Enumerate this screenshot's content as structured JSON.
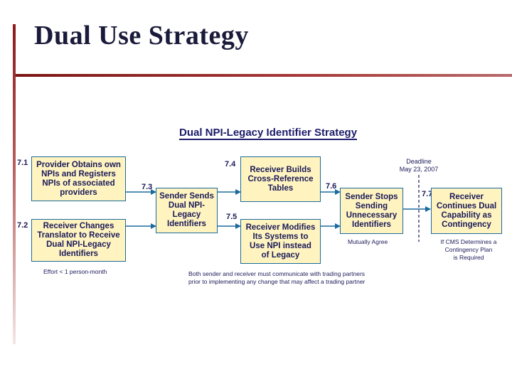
{
  "slide": {
    "title": "Dual Use Strategy"
  },
  "diagram": {
    "title": "Dual NPI-Legacy Identifier Strategy",
    "steps": {
      "s71": "7.1",
      "s72": "7.2",
      "s73": "7.3",
      "s74": "7.4",
      "s75": "7.5",
      "s76": "7.6",
      "s77": "7.7"
    },
    "boxes": {
      "provider_obtains": "Provider Obtains own\nNPIs and Registers\nNPIs of associated\nproviders",
      "receiver_changes": "Receiver Changes\nTranslator to Receive\nDual NPI-Legacy\nIdentifiers",
      "sender_sends": "Sender Sends\nDual NPI-\nLegacy\nIdentifiers",
      "receiver_builds": "Receiver Builds\nCross-Reference\nTables",
      "receiver_modifies": "Receiver Modifies\nIts Systems to\nUse NPI instead\nof Legacy",
      "sender_stops": "Sender Stops\nSending\nUnnecessary\nIdentifiers",
      "receiver_continues": "Receiver\nContinues Dual\nCapability as\nContingency"
    },
    "notes": {
      "deadline": "Deadline\nMay 23, 2007",
      "effort": "Effort < 1 person-month",
      "both_sender": "Both sender and receiver must communicate with trading partners\nprior to implementing any change that may affect a trading partner",
      "mutually_agree": "Mutually Agree",
      "if_cms": "If CMS Determines a\nContingency Plan\nis Required"
    },
    "colors": {
      "box_fill": "#fff4bf",
      "box_border": "#1b6a9e",
      "text": "#1a1a5a",
      "arrow": "#1b6a9e",
      "title_accent": "#8b1a1a"
    }
  }
}
